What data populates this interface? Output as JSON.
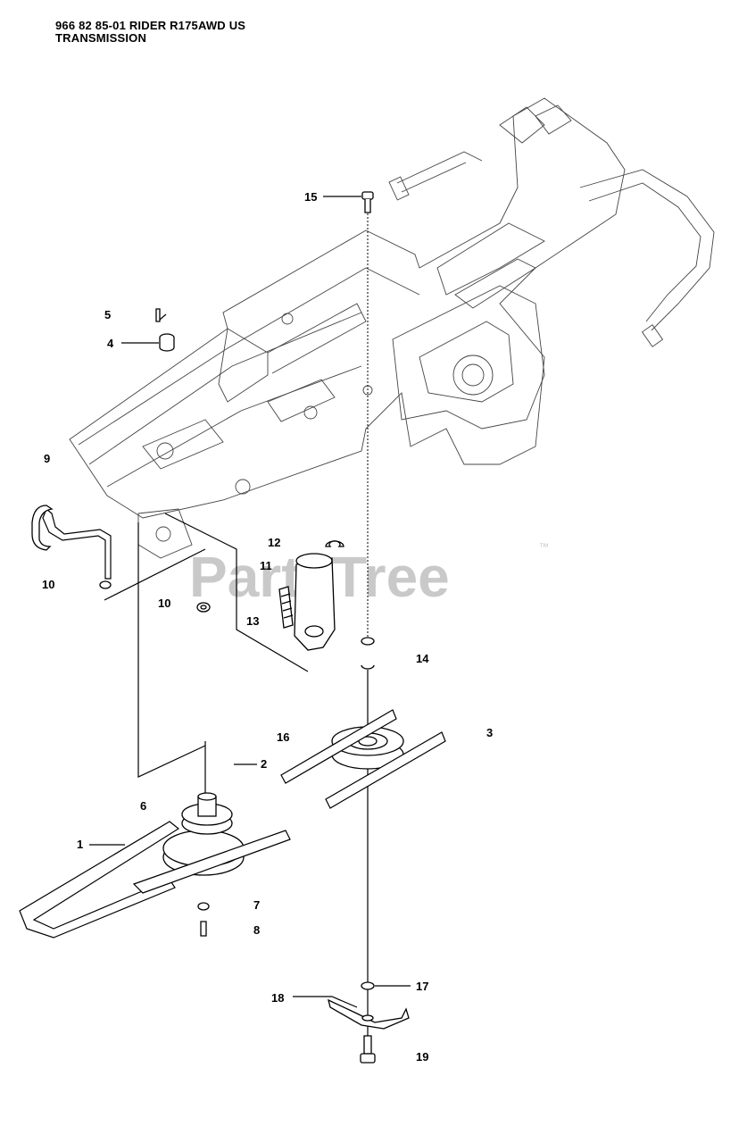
{
  "header": {
    "line1": "966 82 85-01 RIDER R175AWD US",
    "line2": "TRANSMISSION"
  },
  "watermark": {
    "text": "PartsTree",
    "trademark": "™"
  },
  "callouts": [
    {
      "id": "15",
      "text": "15"
    },
    {
      "id": "5",
      "text": "5"
    },
    {
      "id": "4",
      "text": "4"
    },
    {
      "id": "9",
      "text": "9"
    },
    {
      "id": "12",
      "text": "12"
    },
    {
      "id": "11",
      "text": "11"
    },
    {
      "id": "10a",
      "text": "10"
    },
    {
      "id": "10b",
      "text": "10"
    },
    {
      "id": "13",
      "text": "13"
    },
    {
      "id": "14",
      "text": "14"
    },
    {
      "id": "16",
      "text": "16"
    },
    {
      "id": "3",
      "text": "3"
    },
    {
      "id": "2",
      "text": "2"
    },
    {
      "id": "6",
      "text": "6"
    },
    {
      "id": "1",
      "text": "1"
    },
    {
      "id": "7",
      "text": "7"
    },
    {
      "id": "8",
      "text": "8"
    },
    {
      "id": "17",
      "text": "17"
    },
    {
      "id": "18",
      "text": "18"
    },
    {
      "id": "19",
      "text": "19"
    }
  ]
}
